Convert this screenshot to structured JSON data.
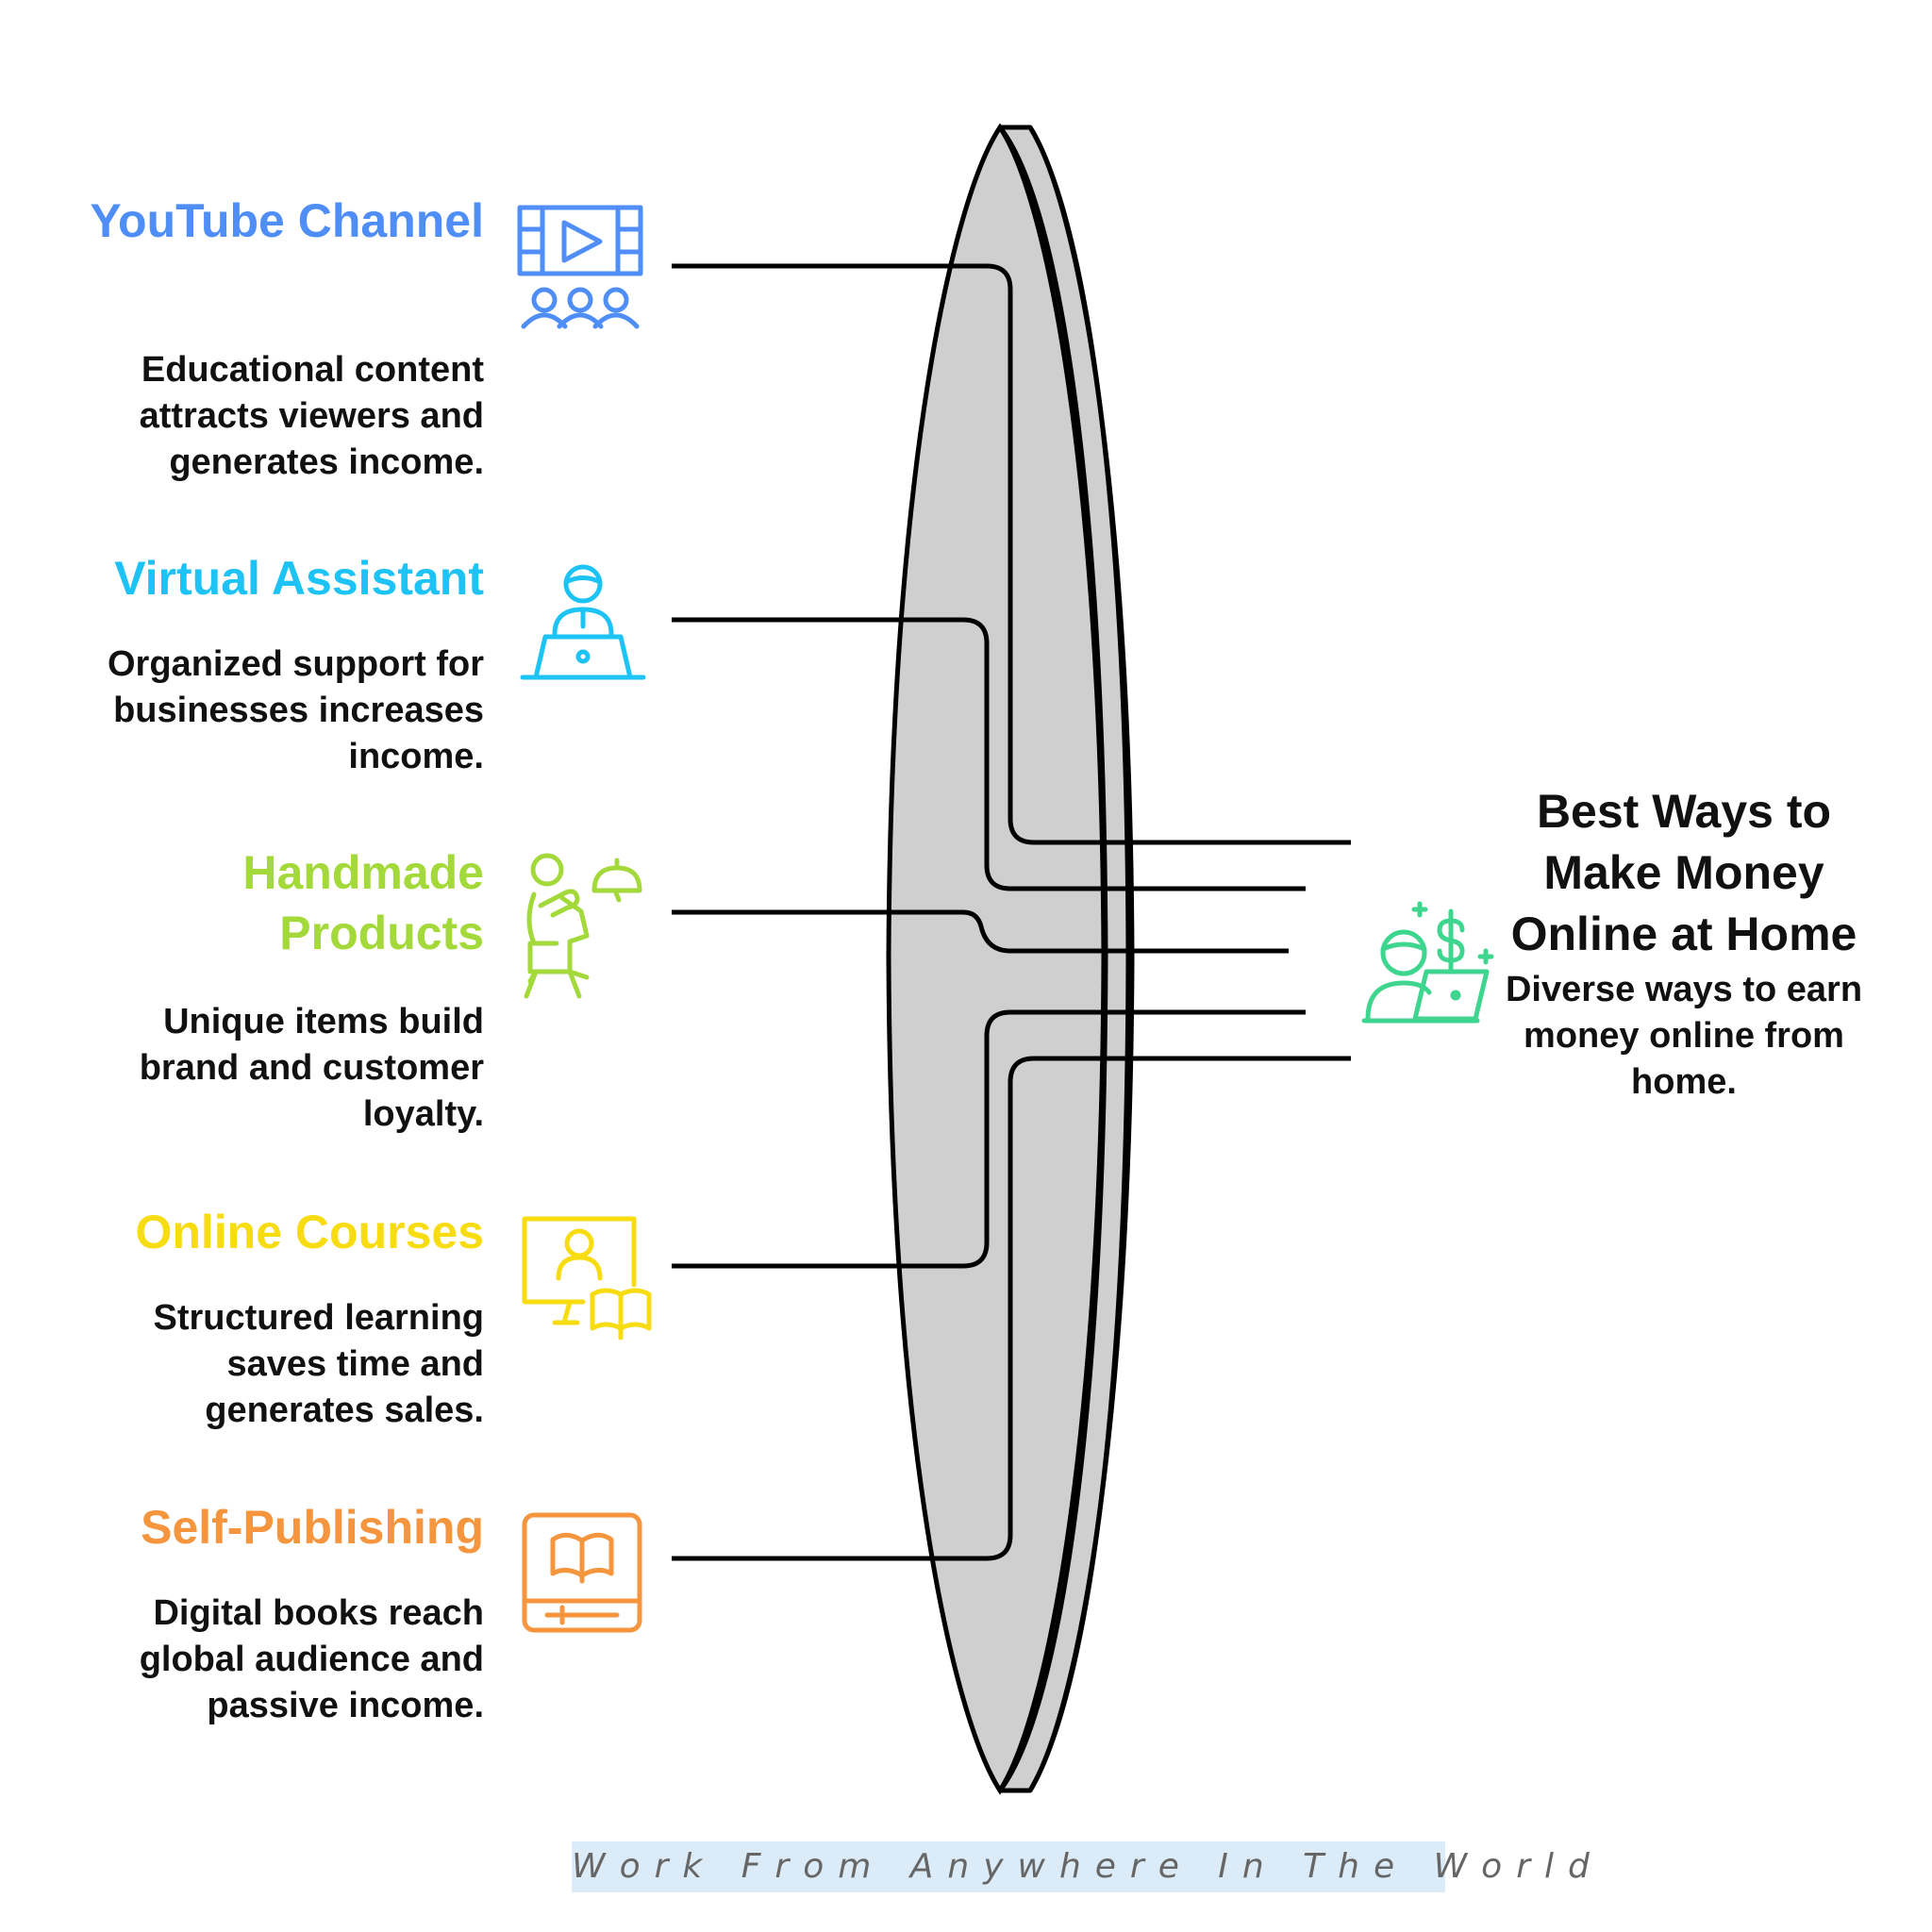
{
  "items": [
    {
      "title": "YouTube Channel",
      "desc": "Educational content attracts viewers and generates income.",
      "color": "#4f8df7",
      "icon": "video-audience-icon"
    },
    {
      "title": "Virtual Assistant",
      "desc": "Organized support for businesses increases income.",
      "color": "#1ec3f5",
      "icon": "laptop-worker-icon"
    },
    {
      "title": "Handmade Products",
      "desc": "Unique items build brand and customer loyalty.",
      "color": "#a3d93a",
      "icon": "crafting-person-icon"
    },
    {
      "title": "Online Courses",
      "desc": "Structured learning saves time and generates sales.",
      "color": "#f7dc12",
      "icon": "online-teacher-icon"
    },
    {
      "title": "Self-Publishing",
      "desc": "Digital books reach global audience and passive income.",
      "color": "#f5953e",
      "icon": "ebook-icon"
    }
  ],
  "center": {
    "title": "Best Ways to Make Money Online at Home",
    "desc": "Diverse ways to earn money online from home.",
    "color": "#3ed58e",
    "icon": "laptop-money-icon"
  },
  "footer": "Work From Anywhere In The World"
}
